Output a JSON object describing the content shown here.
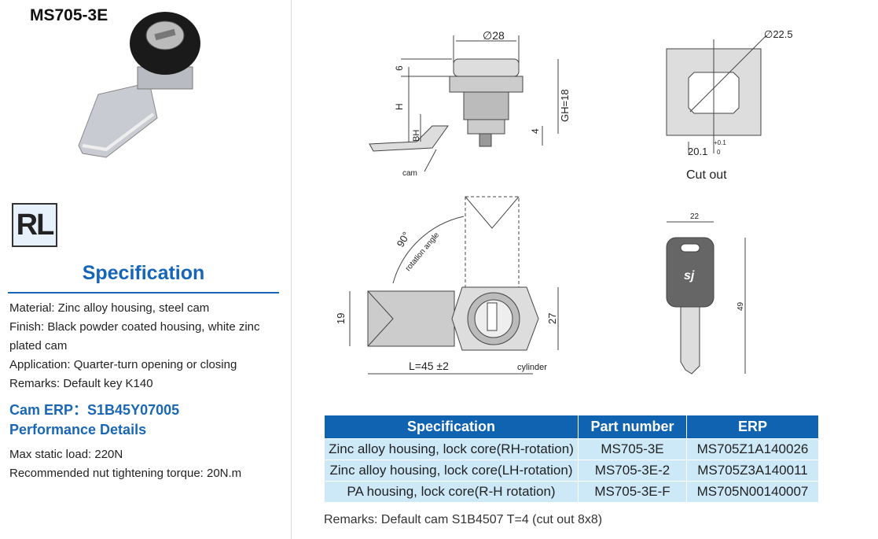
{
  "title": "MS705-3E",
  "badge": "RL",
  "spec_heading": "Specification",
  "specs": [
    "Material: Zinc alloy housing, steel cam",
    "Finish: Black powder coated housing, white zinc plated cam",
    "Application:  Quarter-turn opening or closing",
    "Remarks: Default key K140"
  ],
  "cam_erp": "Cam ERP：S1B45Y07005",
  "perf_heading": "Performance Details",
  "perf": [
    "Max static load: 220N",
    "Recommended nut tightening torque: 20N.m"
  ],
  "drawing": {
    "d28": "∅28",
    "h6": "6",
    "H": "H",
    "BH": "BH",
    "GH": "GH=18",
    "t4": "4",
    "cam": "cam",
    "d225": "∅22.5",
    "w201": "20.1",
    "tol_plus": "+0.1",
    "tol_zero": "0",
    "cutout": "Cut out",
    "angle": "90°",
    "rot": "rotation angle",
    "h19": "19",
    "h27": "27",
    "L": "L=45 ±2",
    "cylinder": "cylinder",
    "k22": "22",
    "k49": "49",
    "logo": "sj"
  },
  "table": {
    "headers": [
      "Specification",
      "Part number",
      "ERP"
    ],
    "rows": [
      [
        "Zinc alloy housing, lock core(RH-rotation)",
        "MS705-3E",
        "MS705Z1A140026"
      ],
      [
        "Zinc alloy housing, lock core(LH-rotation)",
        "MS705-3E-2",
        "MS705Z3A140011"
      ],
      [
        "PA housing, lock core(R-H rotation)",
        "MS705-3E-F",
        "MS705N00140007"
      ]
    ]
  },
  "remarks": "Remarks: Default cam S1B4507  T=4 (cut out 8x8)"
}
